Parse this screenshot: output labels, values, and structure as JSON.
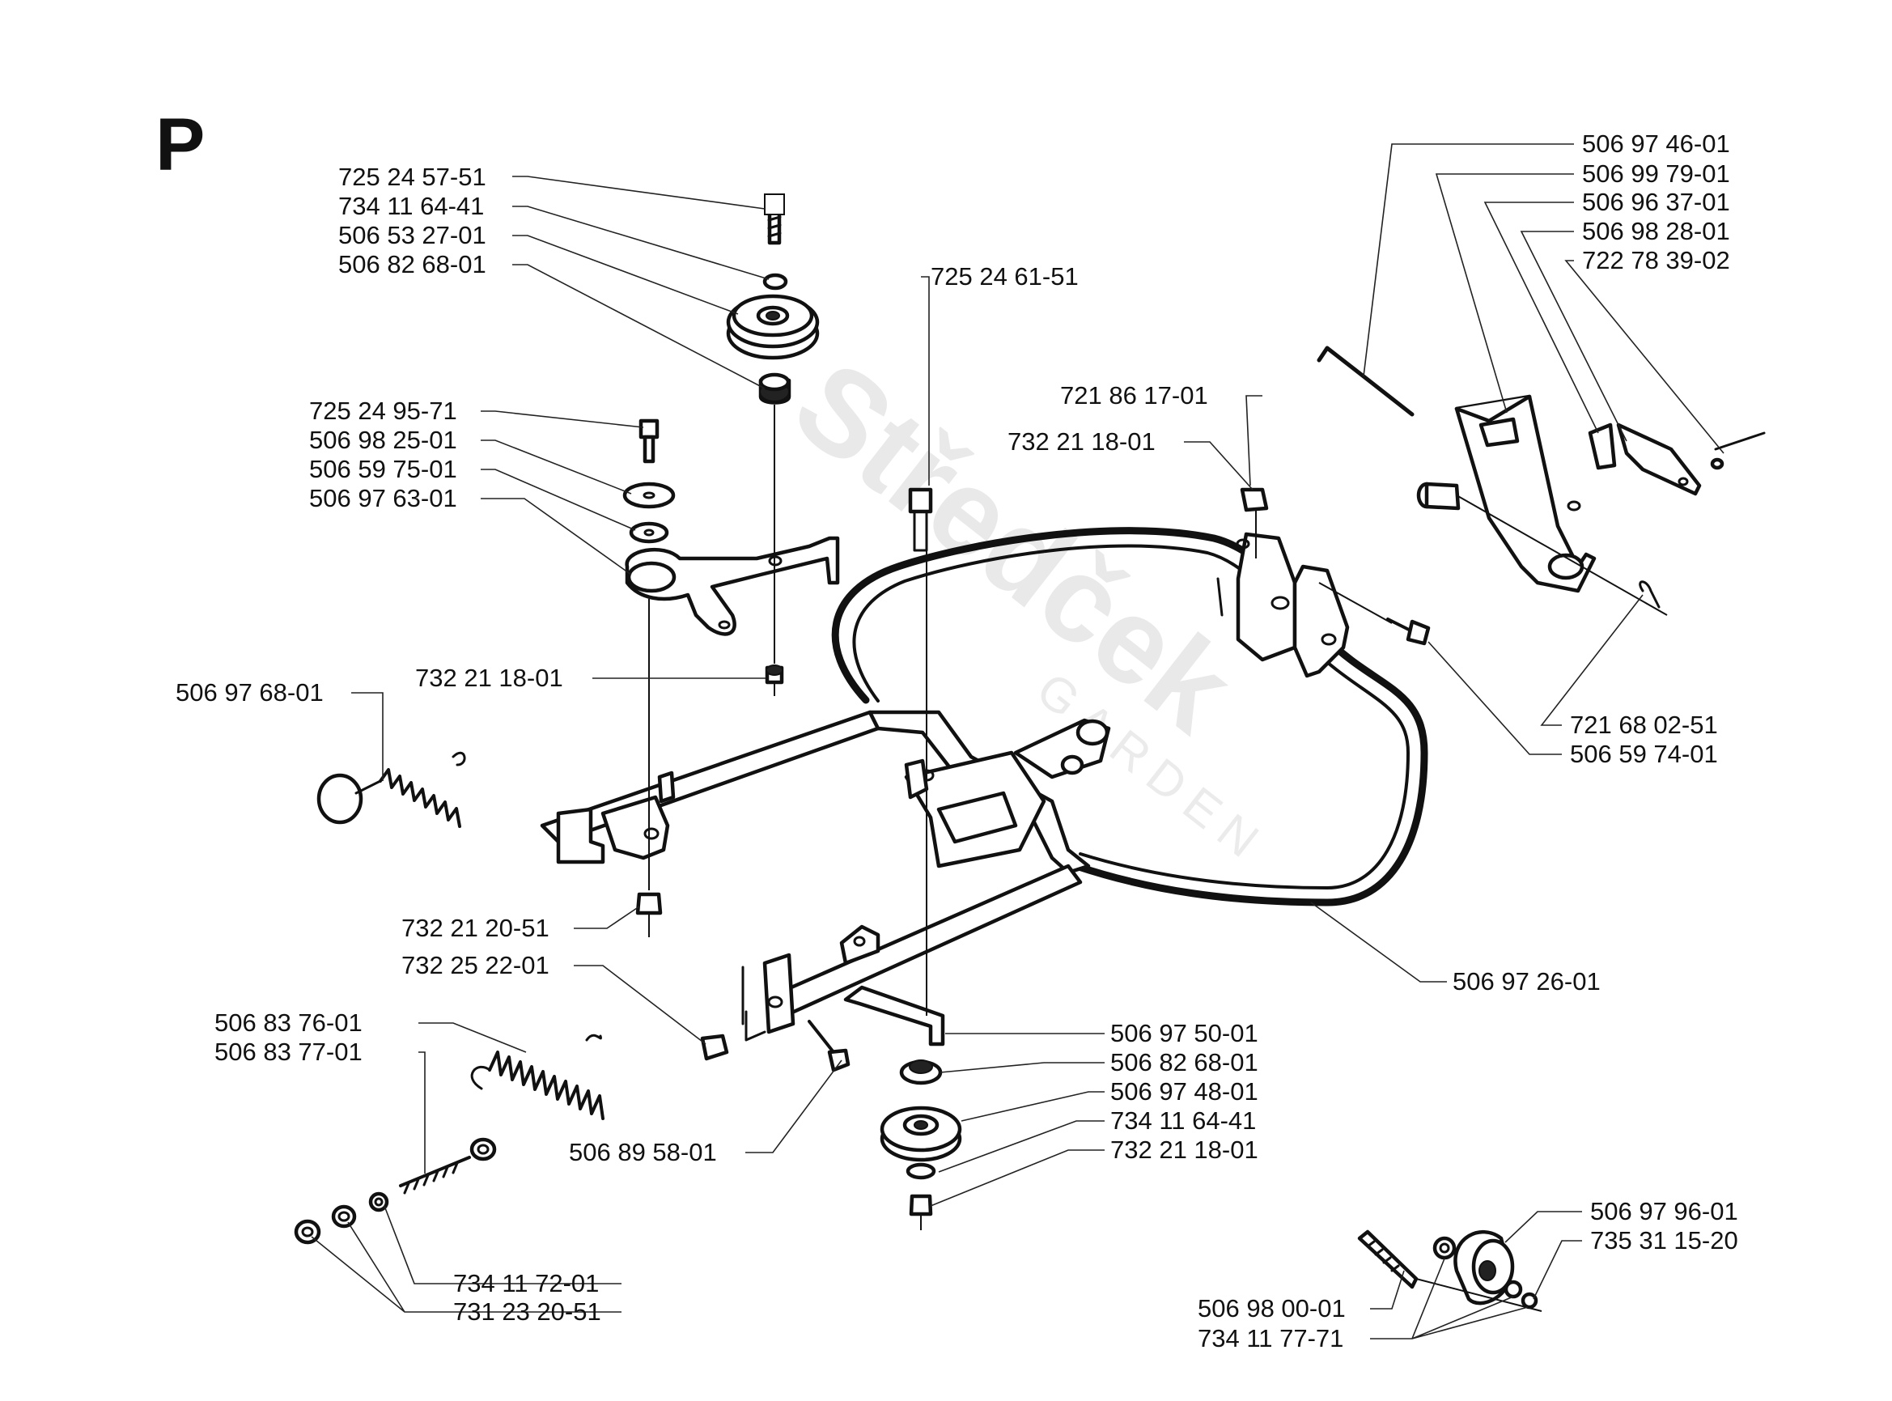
{
  "title": "P",
  "watermark": {
    "brand": "Středček",
    "sub": "GARDEN"
  },
  "labels": {
    "l01": "725 24 57-51",
    "l02": "734 11 64-41",
    "l03": "506 53 27-01",
    "l04": "506 82 68-01",
    "l05": "725 24 95-71",
    "l06": "506 98 25-01",
    "l07": "506 59 75-01",
    "l08": "506 97 63-01",
    "l09": "732 21 18-01",
    "l10": "506 97 68-01",
    "l11": "732 21 20-51",
    "l12": "732 25 22-01",
    "l13": "506 83 76-01",
    "l14": "506 83 77-01",
    "l15": "506 89 58-01",
    "l16": "734 11 72-01",
    "l17": "731 23 20-51",
    "l18": "725 24 61-51",
    "l19": "721 86 17-01",
    "l20": "732 21 18-01",
    "l21": "506 97 46-01",
    "l22": "506 99 79-01",
    "l23": "506 96 37-01",
    "l24": "506 98 28-01",
    "l25": "722 78 39-02",
    "l26": "721 68 02-51",
    "l27": "506 59 74-01",
    "l28": "506 97 26-01",
    "l29": "506 97 50-01",
    "l30": "506 82 68-01",
    "l31": "506 97 48-01",
    "l32": "734 11 64-41",
    "l33": "732 21 18-01",
    "l34": "506 97 96-01",
    "l35": "735 31 15-20",
    "l36": "506 98 00-01",
    "l37": "734 11 77-71"
  }
}
